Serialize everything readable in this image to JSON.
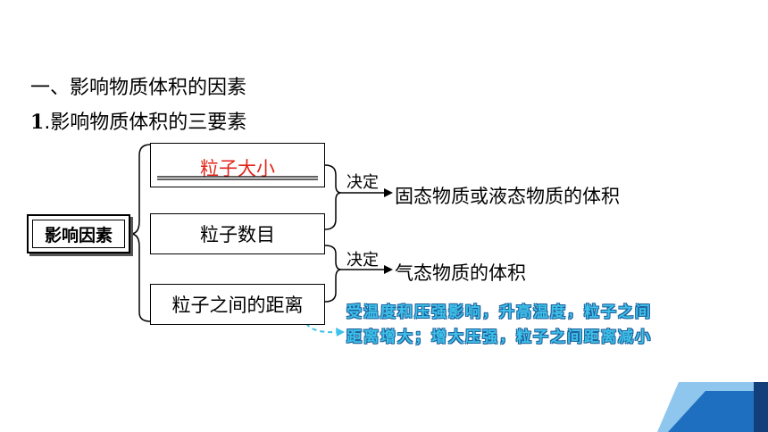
{
  "section_title": "一、影响物质体积的因素",
  "subsection": {
    "number": "1",
    "title": ".影响物质体积的三要素"
  },
  "main_factor": "影响因素",
  "factors": {
    "particle_size": "粒子大小",
    "particle_count": "粒子数目",
    "particle_distance": "粒子之间的距离"
  },
  "determines_label_1": "决定",
  "result_1": "固态物质或液态物质的体积",
  "determines_label_2": "决定",
  "result_2": "气态物质的体积",
  "note_line_1": "受温度和压强影响，升高温度，粒子之间",
  "note_line_2": "距离增大；增大压强，粒子之间距离减小",
  "colors": {
    "answer_red": "#e0261b",
    "note_blue": "#3ec1e8",
    "deco_blue": "#1f6fc0",
    "deco_light": "#8fc6ee"
  }
}
